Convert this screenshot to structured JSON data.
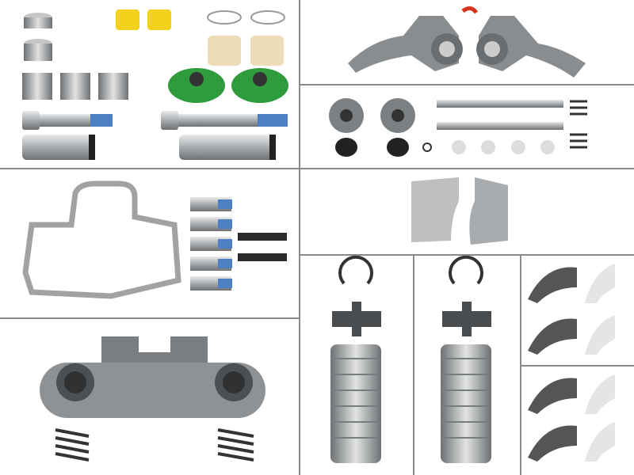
{
  "colors": {
    "divider": "#8a8a8a",
    "steel": "#a9acae",
    "dark_steel": "#5f6264",
    "yellow": "#f2d21a",
    "green": "#2e9b3c",
    "blue_thread": "#4d7fc4",
    "beige": "#ecdcb8",
    "red_arrow": "#d8321e"
  },
  "panels": [
    {
      "id": "caliper-pin-kit"
    },
    {
      "id": "adjuster-levers"
    },
    {
      "id": "adjuster-gears-shafts"
    },
    {
      "id": "gasket-bolt-kit"
    },
    {
      "id": "bridge-block"
    },
    {
      "id": "tappet-boot-left"
    },
    {
      "id": "tappet-boot-right"
    },
    {
      "id": "needle-bearings-top"
    },
    {
      "id": "needle-bearings-bottom"
    },
    {
      "id": "bridge-bracket-springs"
    }
  ]
}
